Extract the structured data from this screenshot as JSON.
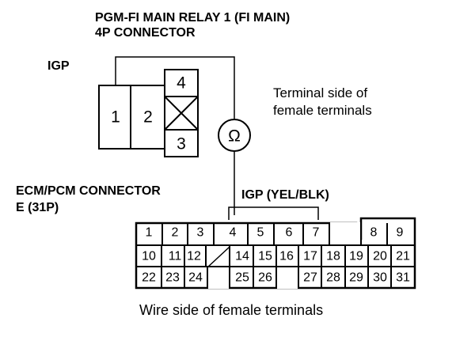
{
  "relay": {
    "title_line1": "PGM-FI MAIN RELAY 1 (FI MAIN)",
    "title_line2": "4P CONNECTOR",
    "pin_label": "IGP",
    "pins": [
      "1",
      "2",
      "4",
      "3"
    ],
    "side_line1": "Terminal side of",
    "side_line2": "female terminals"
  },
  "meter": {
    "symbol": "Ω"
  },
  "ecm": {
    "title_line1": "ECM/PCM CONNECTOR",
    "title_line2": "E (31P)",
    "wire_label": "IGP (YEL/BLK)",
    "row1": [
      "1",
      "2",
      "3",
      "4",
      "5",
      "6",
      "7",
      "8",
      "9"
    ],
    "row2": [
      "10",
      "11",
      "12",
      "14",
      "15",
      "16",
      "17",
      "18",
      "19",
      "20",
      "21"
    ],
    "row3": [
      "22",
      "23",
      "24",
      "25",
      "26",
      "27",
      "28",
      "29",
      "30",
      "31"
    ],
    "caption": "Wire side of female terminals"
  }
}
